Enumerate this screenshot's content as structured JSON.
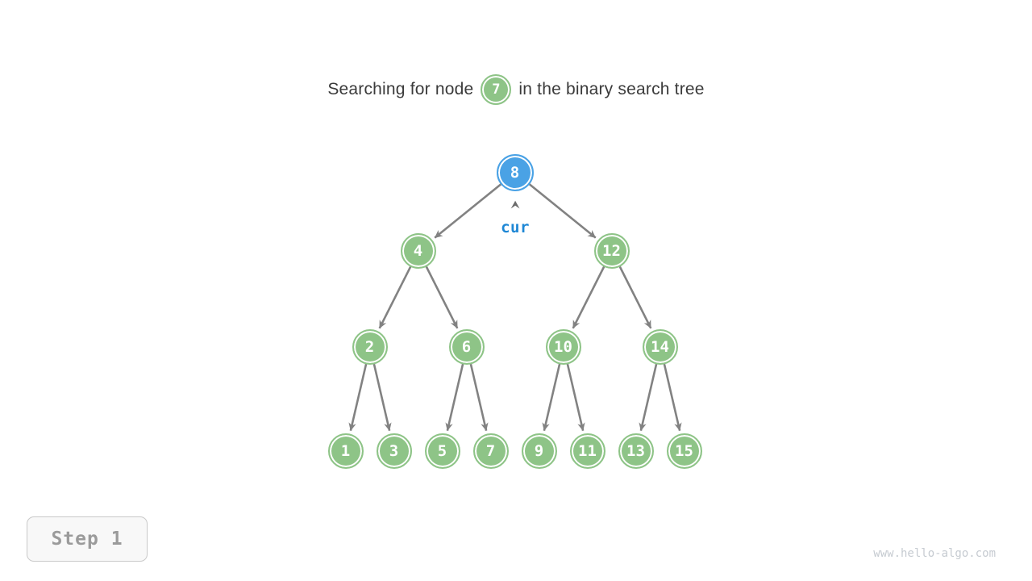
{
  "title": {
    "prefix": "Searching for node",
    "target_value": "7",
    "suffix": "in the binary search tree"
  },
  "tree": {
    "description": "binary search tree, complete, level-order values",
    "values": [
      8,
      4,
      12,
      2,
      6,
      10,
      14,
      1,
      3,
      5,
      7,
      9,
      11,
      13,
      15
    ],
    "highlighted_value": 8,
    "pointer_label": "cur"
  },
  "step_indicator": {
    "label": "Step 1"
  },
  "watermark": "www.hello-algo.com",
  "colors": {
    "node_green": "#8EC487",
    "node_blue": "#4AA2E5",
    "node_text": "#FFFFFF",
    "edge_gray": "#828282",
    "caret_gray": "#6B6B6B",
    "cur_blue": "#1E87D5"
  }
}
